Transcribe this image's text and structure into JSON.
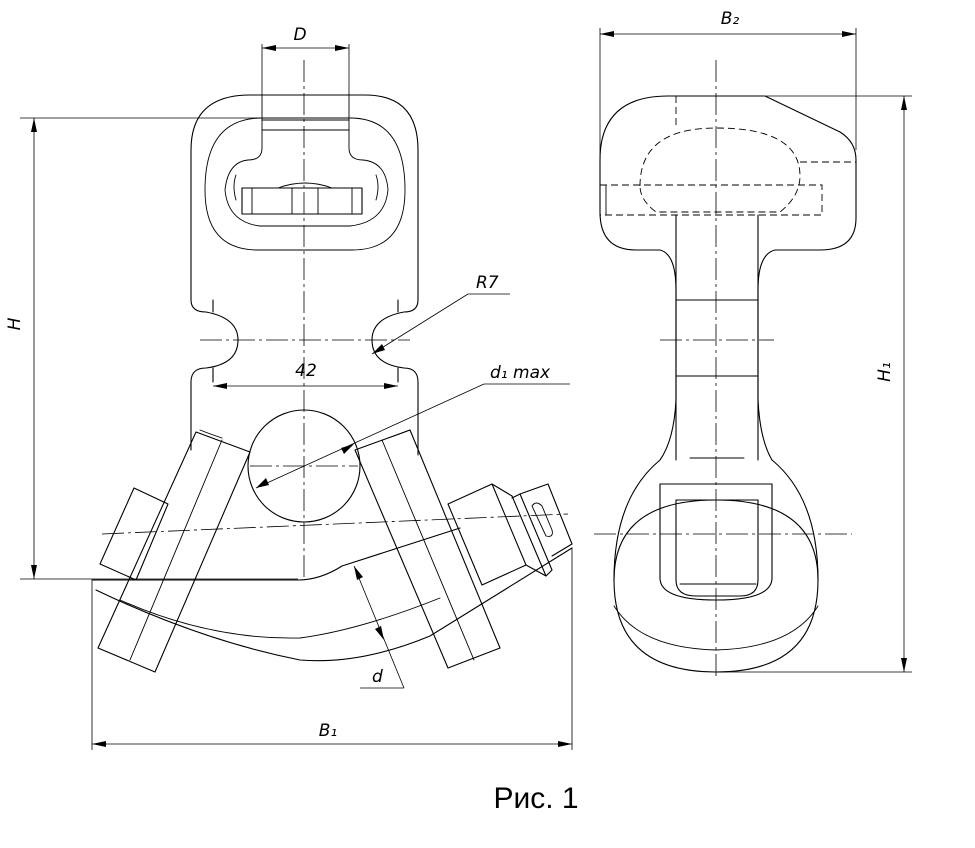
{
  "drawing": {
    "labels": {
      "D": "D",
      "H": "H",
      "R7": "R7",
      "dim42": "42",
      "d1max": "d₁ max",
      "d": "d",
      "B1": "B₁",
      "B2": "B₂",
      "H1": "H₁"
    },
    "caption": "Рис. 1"
  }
}
